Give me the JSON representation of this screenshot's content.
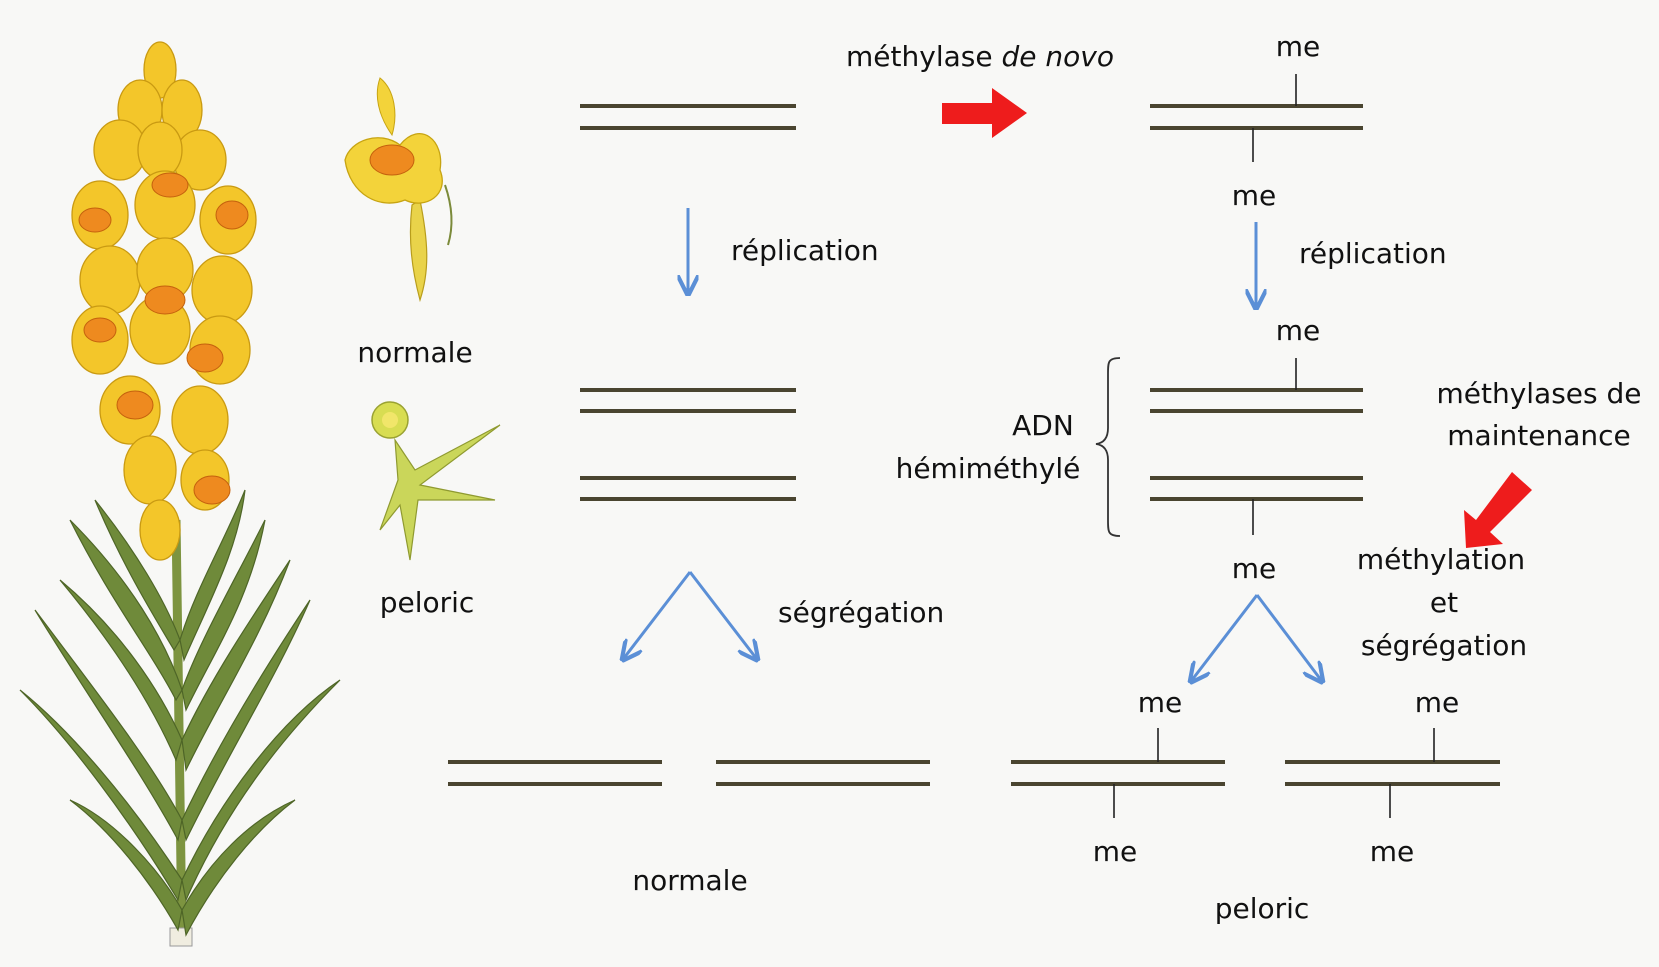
{
  "colors": {
    "strand": "#4a4530",
    "blue_arrow": "#5b8fd6",
    "red_arrow": "#ee1c1c",
    "flower_yellow": "#f3c62a",
    "flower_orange": "#ee8a1f",
    "leaf_green": "#6f8a3a"
  },
  "icons": {
    "plant": "linaria-plant-illustration",
    "normal_flower": "normal-flower-icon",
    "peloric_flower": "peloric-flower-icon",
    "red_arrow": "red-arrow-icon",
    "blue_arrow": "blue-arrow-icon"
  },
  "labels": {
    "normale_flower": "normale",
    "peloric_flower": "peloric",
    "methylase_prefix": "méthylase ",
    "methylase_italic": "de novo",
    "replication_left": "réplication",
    "replication_right": "réplication",
    "segregation": "ségrégation",
    "adn_line1": "ADN",
    "adn_line2": "hémiméthylé",
    "maintenance_line1": "méthylases de",
    "maintenance_line2": "maintenance",
    "methylation_line1": "méthylation",
    "methylation_line2": "et",
    "methylation_line3": "ségrégation",
    "normale_bottom": "normale",
    "peloric_bottom": "peloric",
    "me": "me"
  }
}
